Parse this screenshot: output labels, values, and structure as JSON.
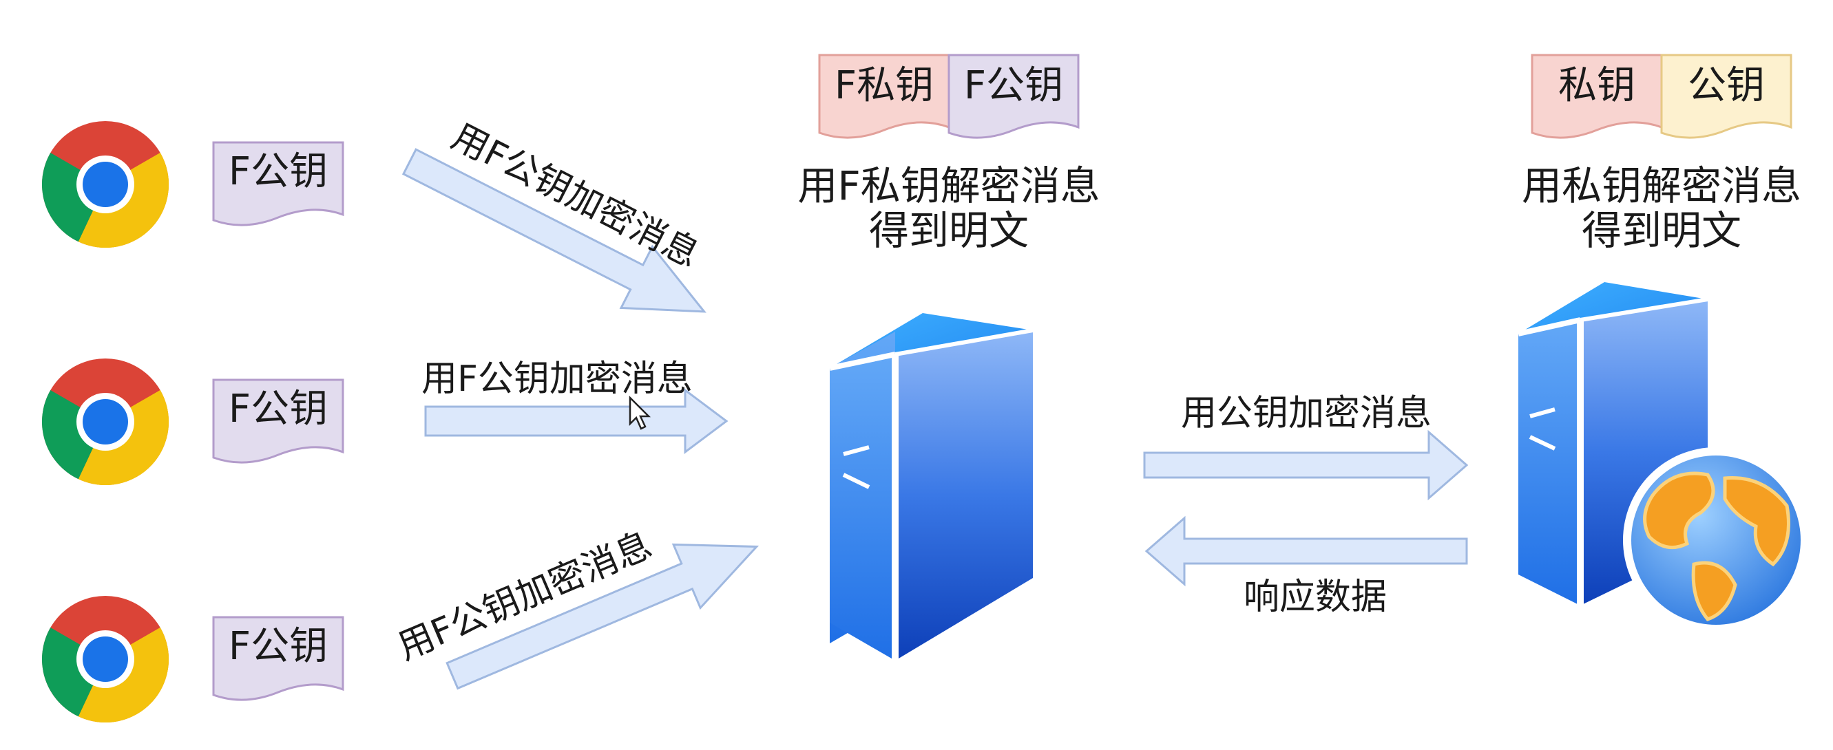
{
  "clients": [
    {
      "key_label": "F公钥"
    },
    {
      "key_label": "F公钥"
    },
    {
      "key_label": "F公钥"
    }
  ],
  "client_arrows": [
    {
      "label": "用F公钥加密消息"
    },
    {
      "label": "用F公钥加密消息"
    },
    {
      "label": "用F公钥加密消息"
    }
  ],
  "proxy": {
    "private_key": "F私钥",
    "public_key": "F公钥",
    "caption_line1": "用F私钥解密消息",
    "caption_line2": "得到明文"
  },
  "server": {
    "private_key": "私钥",
    "public_key": "公钥",
    "caption_line1": "用私钥解密消息",
    "caption_line2": "得到明文"
  },
  "links": {
    "forward_label": "用公钥加密消息",
    "back_label": "响应数据"
  },
  "colors": {
    "arrow_fill": "#dce8fb",
    "arrow_stroke": "#9fb8e0",
    "public_key_fill": "#e2dcee",
    "public_key_stroke": "#b39ccb",
    "private_key_fill": "#f8d4d0",
    "private_key_stroke": "#e2a09a",
    "server_public_key_fill": "#fdf1cf",
    "server_public_key_stroke": "#e6c985"
  },
  "icons": [
    "chrome-icon",
    "server-icon",
    "globe-icon",
    "mouse-cursor-icon"
  ]
}
